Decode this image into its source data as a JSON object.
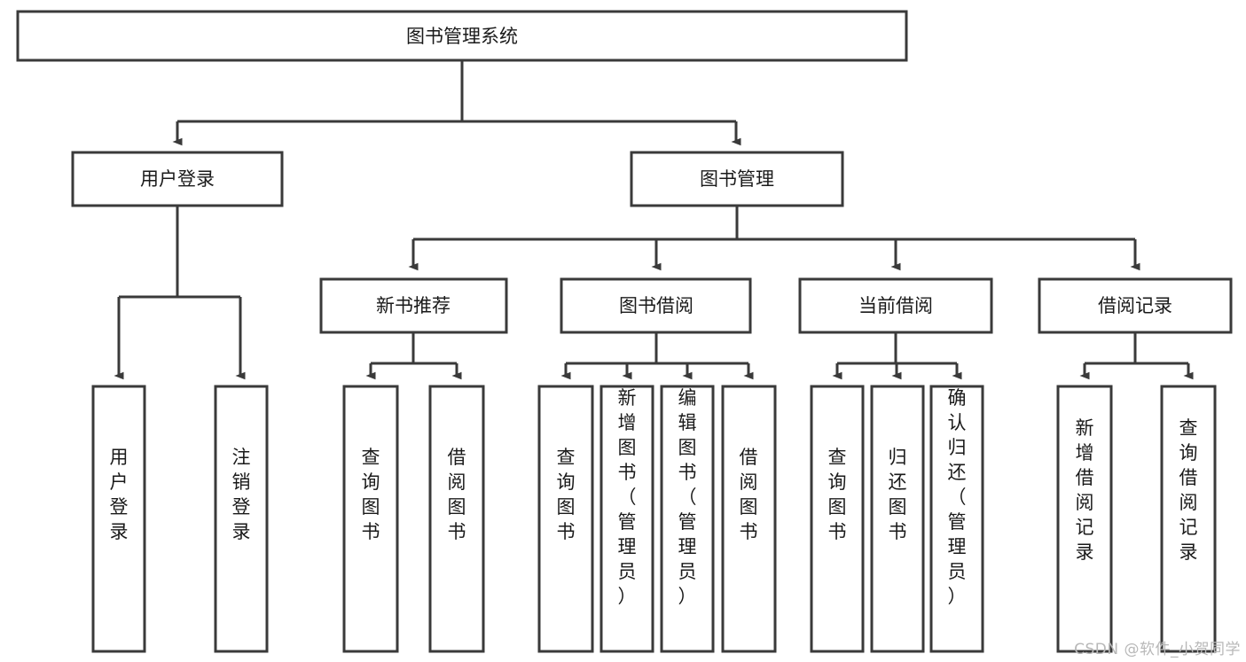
{
  "diagram": {
    "title": "图书管理系统",
    "type": "tree-hierarchy-diagram",
    "colors": {
      "stroke": "#3a3a3a",
      "box_fill": "#ffffff",
      "text": "#1a1a1a",
      "background": "#ffffff",
      "watermark": "#b8b8b8"
    },
    "root": {
      "label": "图书管理系统"
    },
    "level2": [
      {
        "label": "用户登录"
      },
      {
        "label": "图书管理"
      }
    ],
    "level3": [
      {
        "label": "新书推荐"
      },
      {
        "label": "图书借阅"
      },
      {
        "label": "当前借阅"
      },
      {
        "label": "借阅记录"
      }
    ],
    "leaves": {
      "user_login": [
        {
          "label": "用户登录"
        },
        {
          "label": "注销登录"
        }
      ],
      "new_book_recommend": [
        {
          "label": "查询图书"
        },
        {
          "label": "借阅图书"
        }
      ],
      "book_borrow": [
        {
          "label": "查询图书"
        },
        {
          "label": "新增图书（管理员）"
        },
        {
          "label": "编辑图书（管理员）"
        },
        {
          "label": "借阅图书"
        }
      ],
      "current_borrow": [
        {
          "label": "查询图书"
        },
        {
          "label": "归还图书"
        },
        {
          "label": "确认归还（管理员）"
        }
      ],
      "borrow_record": [
        {
          "label": "新增借阅记录"
        },
        {
          "label": "查询借阅记录"
        }
      ]
    }
  },
  "watermark": {
    "text": "CSDN @软件_小贺同学"
  }
}
